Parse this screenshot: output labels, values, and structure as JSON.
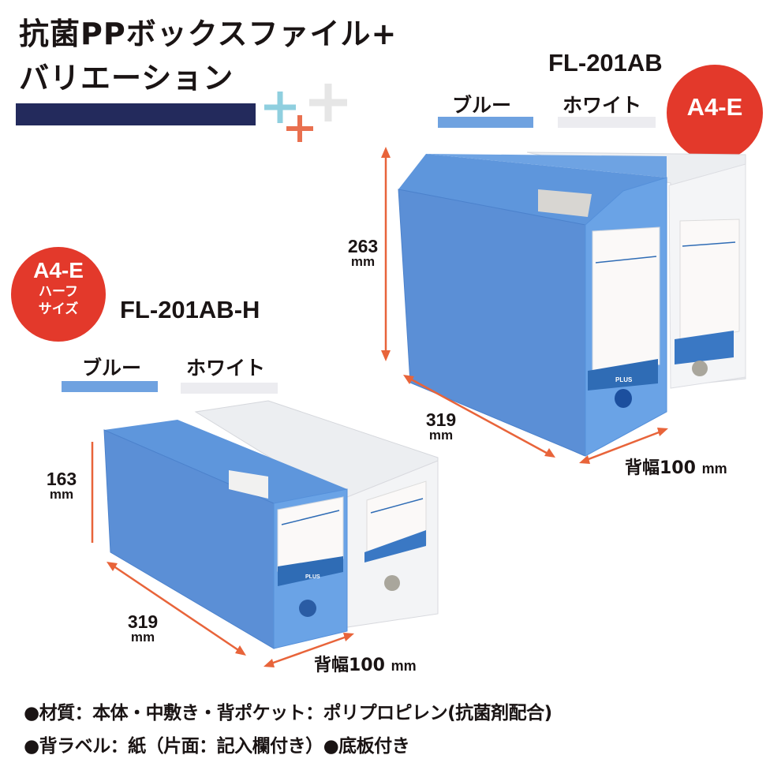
{
  "header": {
    "title_line1": "抗菌PPボックスファイル+",
    "title_line2": "バリエーション",
    "bar_color": "#232a5c",
    "plus_colors": [
      "#8fcfdf",
      "#e9704f",
      "#e6e6e6"
    ]
  },
  "product_large": {
    "model": "FL-201AB",
    "size_badge": "A4-E",
    "colors": [
      {
        "label": "ブルー",
        "swatch": "#6fa2e0"
      },
      {
        "label": "ホワイト",
        "swatch": "#ececf0"
      }
    ],
    "height_value": "263",
    "height_unit": "mm",
    "depth_value": "319",
    "depth_unit": "mm",
    "width_label": "背幅100",
    "width_unit": "mm",
    "brand": "PLUS"
  },
  "product_half": {
    "model": "FL-201AB-H",
    "size_badge": "A4-E",
    "size_badge_sub1": "ハーフ",
    "size_badge_sub2": "サイズ",
    "colors": [
      {
        "label": "ブルー",
        "swatch": "#6fa2e0"
      },
      {
        "label": "ホワイト",
        "swatch": "#ececf0"
      }
    ],
    "height_value": "163",
    "height_unit": "mm",
    "depth_value": "319",
    "depth_unit": "mm",
    "width_label": "背幅100",
    "width_unit": "mm",
    "brand": "PLUS"
  },
  "specs": {
    "line1": "●材質：本体・中敷き・背ポケット：ポリプロピレン(抗菌剤配合)",
    "line2": "●背ラベル：紙（片面：記入欄付き）●底板付き"
  },
  "colors": {
    "accent_red": "#e3392b",
    "arrow_orange": "#e8643a",
    "box_blue": "#5b92da",
    "box_white": "#f2f3f5",
    "label_blue": "#2f6cb5"
  }
}
